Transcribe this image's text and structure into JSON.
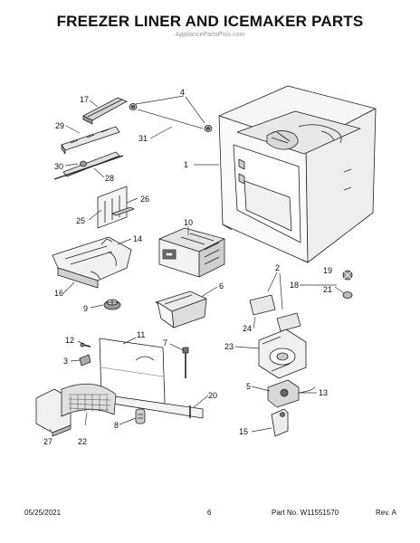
{
  "header": {
    "title": "FREEZER LINER AND ICEMAKER PARTS",
    "watermark": "AppliancePartsPros.com"
  },
  "callouts": {
    "c1": "1",
    "c2": "2",
    "c3": "3",
    "c4": "4",
    "c5": "5",
    "c6": "6",
    "c7": "7",
    "c8": "8",
    "c9": "9",
    "c10": "10",
    "c11": "11",
    "c12": "12",
    "c13": "13",
    "c14": "14",
    "c15": "15",
    "c16": "16",
    "c17": "17",
    "c18": "18",
    "c19": "19",
    "c20": "20",
    "c21": "21",
    "c22": "22",
    "c23": "23",
    "c24": "24",
    "c25": "25",
    "c26": "26",
    "c27": "27",
    "c28": "28",
    "c29": "29",
    "c30": "30",
    "c31": "31"
  },
  "footer": {
    "date": "05/25/2021",
    "page": "6",
    "part_no": "Part No.  W11551570",
    "rev": "Rev.  A"
  },
  "colors": {
    "line": "#222222",
    "fill_light": "#f4f4f4",
    "fill_mid": "#dcdcdc",
    "fill_dark": "#8a8a8a"
  }
}
